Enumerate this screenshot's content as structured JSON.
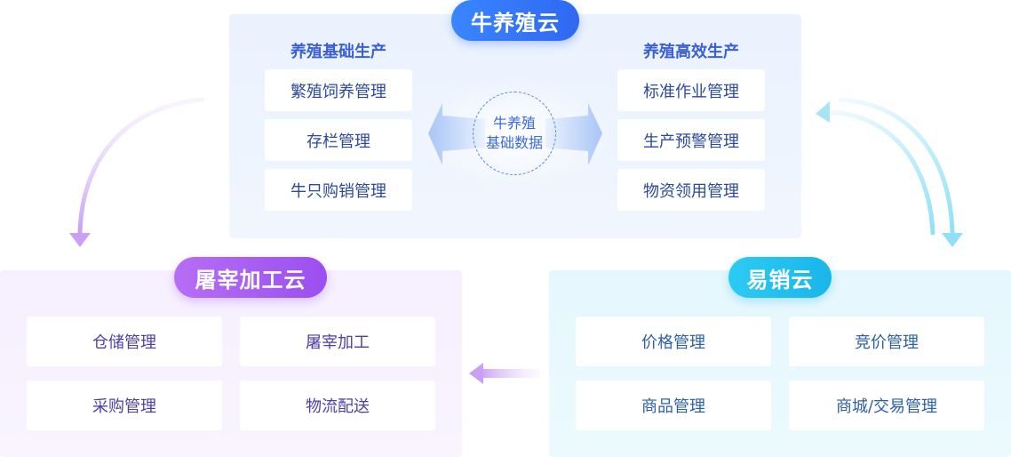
{
  "top_cloud": {
    "title": "牛养殖云",
    "left_section": {
      "title": "养殖基础生产",
      "items": [
        "繁殖饲养管理",
        "存栏管理",
        "牛只购销管理"
      ]
    },
    "right_section": {
      "title": "养殖高效生产",
      "items": [
        "标准作业管理",
        "生产预警管理",
        "物资领用管理"
      ]
    },
    "core": {
      "line1": "牛养殖",
      "line2": "基础数据"
    }
  },
  "left_cloud": {
    "title": "屠宰加工云",
    "items": [
      "仓储管理",
      "屠宰加工",
      "采购管理",
      "物流配送"
    ]
  },
  "right_cloud": {
    "title": "易销云",
    "items": [
      "价格管理",
      "竞价管理",
      "商品管理",
      "商城/交易管理"
    ]
  },
  "colors": {
    "blue": "#2f68f2",
    "purple": "#9b4ff0",
    "cyan": "#1ab5ea"
  }
}
